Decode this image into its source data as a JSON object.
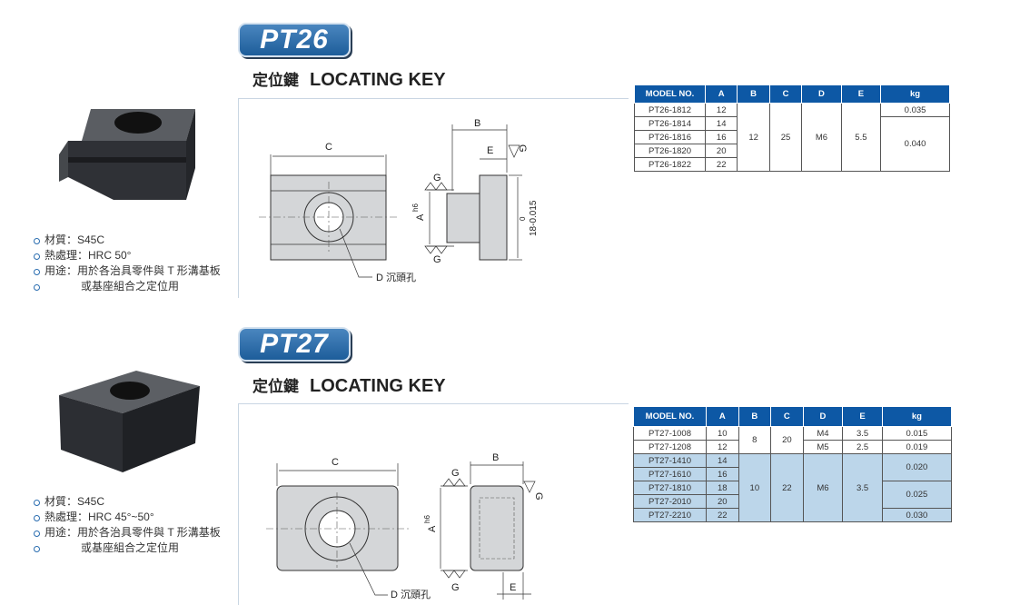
{
  "sections": [
    {
      "badge": "PT26",
      "title_zh": "定位鍵",
      "title_en": "LOCATING KEY",
      "specs": {
        "material": "材質：S45C",
        "heat": "熱處理：HRC 50°",
        "usage": "用途：用於各治具零件與 T 形溝基板",
        "usage_cont": "或基座組合之定位用"
      },
      "drawing": {
        "c": "C",
        "b": "B",
        "e": "E",
        "g": "G",
        "a": "A",
        "h6": "h6",
        "tol_top": "0",
        "tol": "18-0.015",
        "hole": "D 沉頭孔"
      },
      "table": {
        "headers": [
          "MODEL NO.",
          "A",
          "B",
          "C",
          "D",
          "E",
          "kg"
        ],
        "rows": [
          {
            "model": "PT26-1812",
            "a": "12"
          },
          {
            "model": "PT26-1814",
            "a": "14"
          },
          {
            "model": "PT26-1816",
            "a": "16"
          },
          {
            "model": "PT26-1820",
            "a": "20"
          },
          {
            "model": "PT26-1822",
            "a": "22"
          }
        ],
        "b": "12",
        "c": "25",
        "d": "M6",
        "e": "5.5",
        "kg1": "0.035",
        "kg2": "0.040"
      }
    },
    {
      "badge": "PT27",
      "title_zh": "定位鍵",
      "title_en": "LOCATING KEY",
      "specs": {
        "material": "材質：S45C",
        "heat": "熱處理：HRC 45°~50°",
        "usage": "用途：用於各治具零件與 T 形溝基板",
        "usage_cont": "或基座組合之定位用"
      },
      "drawing": {
        "c": "C",
        "b": "B",
        "e": "E",
        "g": "G",
        "a": "A",
        "h6": "h6",
        "hole": "D 沉頭孔"
      },
      "table": {
        "headers": [
          "MODEL NO.",
          "A",
          "B",
          "C",
          "D",
          "E",
          "kg"
        ],
        "rows": [
          {
            "model": "PT27-1008",
            "a": "10"
          },
          {
            "model": "PT27-1208",
            "a": "12"
          },
          {
            "model": "PT27-1410",
            "a": "14"
          },
          {
            "model": "PT27-1610",
            "a": "16"
          },
          {
            "model": "PT27-1810",
            "a": "18"
          },
          {
            "model": "PT27-2010",
            "a": "20"
          },
          {
            "model": "PT27-2210",
            "a": "22"
          }
        ],
        "b1": "8",
        "c1": "20",
        "d1": "M4",
        "d2": "M5",
        "e1": "3.5",
        "e2": "2.5",
        "kg1": "0.015",
        "kg2": "0.019",
        "b2": "10",
        "c2": "22",
        "d3": "M6",
        "e3": "3.5",
        "kg3": "0.020",
        "kg4": "0.025",
        "kg5": "0.030"
      }
    }
  ]
}
